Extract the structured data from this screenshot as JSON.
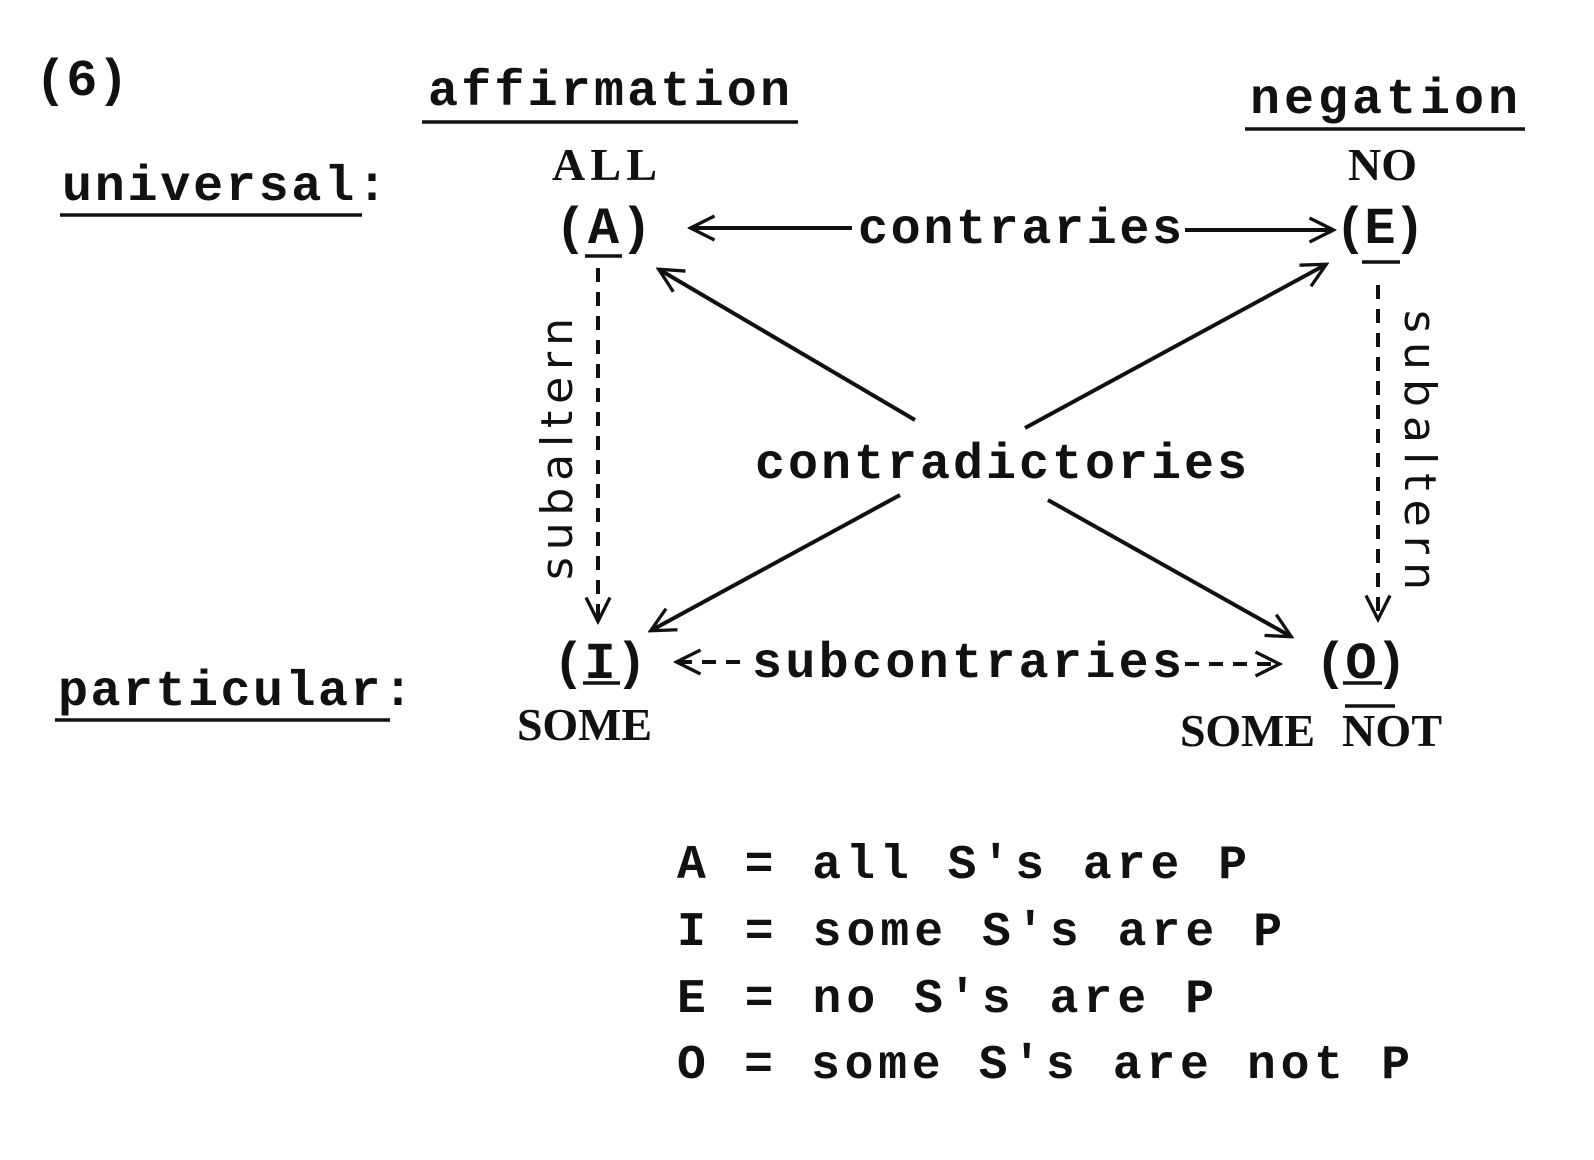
{
  "diagram": {
    "number": "(6)",
    "columns": {
      "affirmation": "affirmation",
      "negation": "negation"
    },
    "rows": {
      "universal": "universal:",
      "particular": "particular:"
    },
    "nodes": {
      "A": {
        "label": "(A)",
        "quantifier": "ALL"
      },
      "E": {
        "label": "(E)",
        "quantifier": "NO"
      },
      "I": {
        "label": "(I)",
        "quantifier": "SOME"
      },
      "O": {
        "label": "(O)",
        "quantifier_some": "SOME",
        "quantifier_not": "NOT"
      }
    },
    "relations": {
      "contraries": "contraries",
      "subcontraries": "subcontraries",
      "contradictories": "contradictories",
      "subaltern_left": "subaltern",
      "subaltern_right": "subaltern"
    },
    "legend": [
      "A = all S's are P",
      "I = some S's are P",
      "E = no S's are P",
      "O = some S's are not P"
    ]
  }
}
